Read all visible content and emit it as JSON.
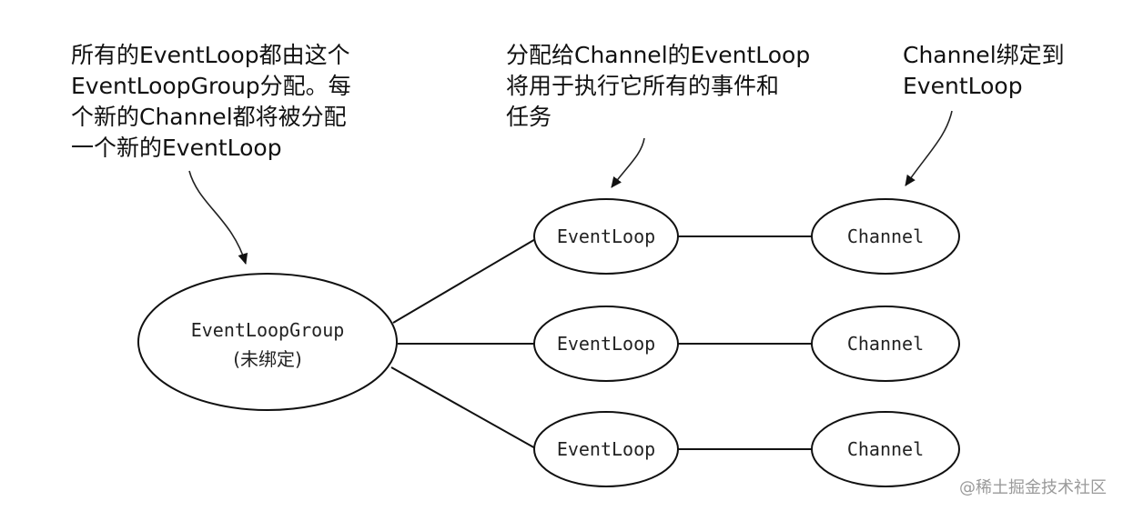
{
  "annotations": {
    "group": [
      "所有的EventLoop都由这个",
      "EventLoopGroup分配。每",
      "个新的Channel都将被分配",
      "一个新的EventLoop"
    ],
    "eventloop": [
      "分配给Channel的EventLoop",
      "将用于执行它所有的事件和",
      "任务"
    ],
    "channel": [
      "Channel绑定到",
      "EventLoop"
    ]
  },
  "nodes": {
    "group": {
      "name": "EventLoopGroup",
      "sub": "(未绑定)"
    },
    "eventloops": [
      "EventLoop",
      "EventLoop",
      "EventLoop"
    ],
    "channels": [
      "Channel",
      "Channel",
      "Channel"
    ]
  },
  "watermark": "@稀土掘金技术社区"
}
